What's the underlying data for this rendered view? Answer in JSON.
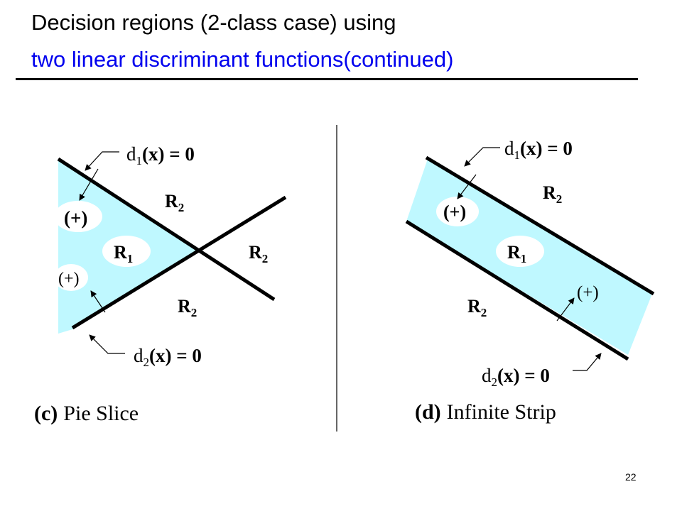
{
  "title": {
    "line1": "Decision regions (2-class case) using",
    "line2": "two linear discriminant functions(continued)"
  },
  "page_number": "22",
  "colors": {
    "region_fill": "#bff8ff",
    "title_line2": "#0000ee",
    "lines": "#000000"
  },
  "left_panel": {
    "caption_bold": "(c)",
    "caption_text": "Pie Slice",
    "boundary1": {
      "name": "d",
      "subscript": "1",
      "arg": "(x) = 0"
    },
    "boundary2": {
      "name": "d",
      "subscript": "2",
      "arg": "(x) = 0"
    },
    "region_inside": {
      "letter": "R",
      "subscript": "1"
    },
    "region_outside": {
      "letter": "R",
      "subscript": "2"
    },
    "plus_label": "(+)"
  },
  "right_panel": {
    "caption_bold": "(d)",
    "caption_text": "Infinite Strip",
    "boundary1": {
      "name": "d",
      "subscript": "1",
      "arg": "(x) = 0"
    },
    "boundary2": {
      "name": "d",
      "subscript": "2",
      "arg": "(x) = 0"
    },
    "region_inside": {
      "letter": "R",
      "subscript": "1"
    },
    "region_outside": {
      "letter": "R",
      "subscript": "2"
    },
    "plus_label": "(+)"
  }
}
